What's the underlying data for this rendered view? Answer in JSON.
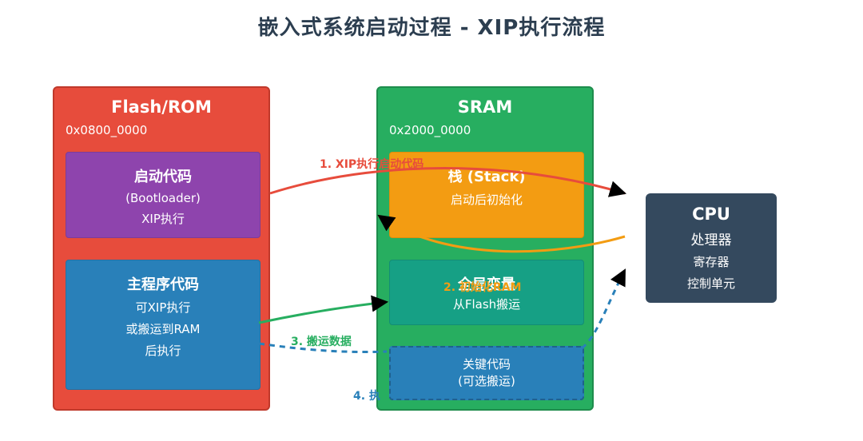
{
  "title": "嵌入式系统启动过程 - XIP执行流程",
  "flash": {
    "title": "Flash/ROM",
    "address": "0x0800_0000",
    "bootloader": {
      "title": "启动代码",
      "line1": "(Bootloader)",
      "line2": "XIP执行"
    },
    "main_code": {
      "title": "主程序代码",
      "line1": "可XIP执行",
      "line2": "或搬运到RAM",
      "line3": "后执行"
    }
  },
  "sram": {
    "title": "SRAM",
    "address": "0x2000_0000",
    "stack": {
      "title": "栈 (Stack)",
      "line1": "启动后初始化"
    },
    "globals": {
      "title": "全局变量",
      "line1": "从Flash搬运"
    },
    "key_code": {
      "line1": "关键代码",
      "line2": "(可选搬运)"
    }
  },
  "cpu": {
    "title": "CPU",
    "line1": "处理器",
    "line2": "寄存器",
    "line3": "控制单元"
  },
  "arrows": {
    "a1": {
      "label": "1. XIP执行启动代码",
      "color": "#e74c3c"
    },
    "a2": {
      "label": "2. 初始化RAM",
      "color": "#f39c12"
    },
    "a3": {
      "label": "3. 搬运数据",
      "color": "#27ae60"
    },
    "a4": {
      "label": "4. 执",
      "color": "#2980b9"
    }
  }
}
